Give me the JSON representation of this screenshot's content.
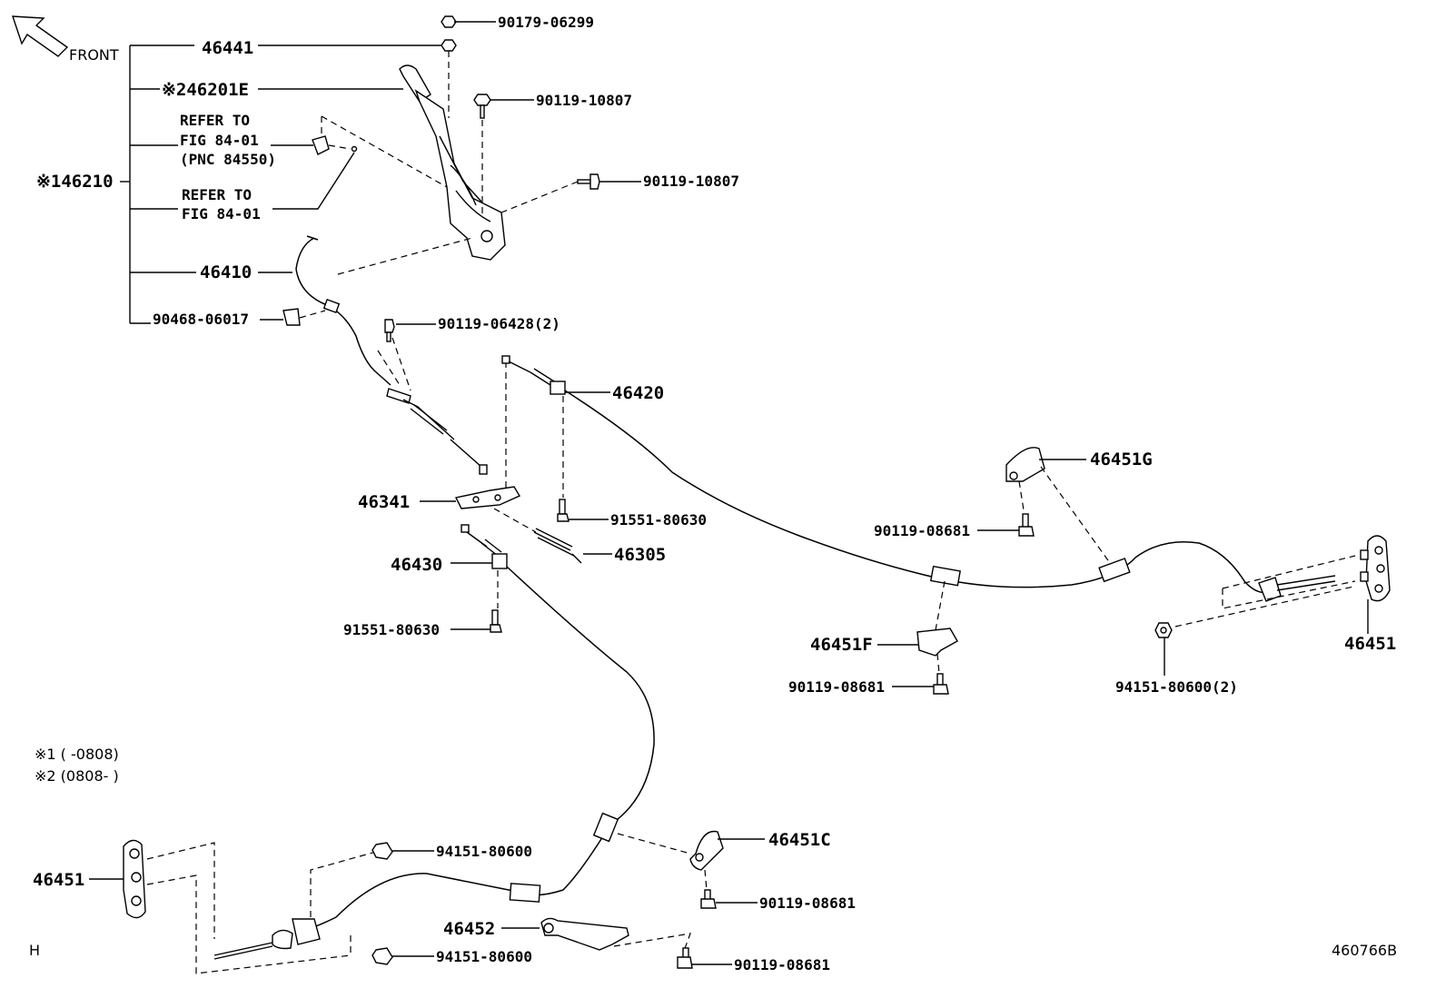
{
  "diagram": {
    "front_label": "FRONT",
    "labels": {
      "p46441": "46441",
      "p46201E": "※246201E",
      "refer1_l1": "REFER TO",
      "refer1_l2": "FIG 84-01",
      "refer1_l3": "(PNC 84550)",
      "refer2_l1": "REFER TO",
      "refer2_l2": "FIG 84-01",
      "p46210": "※146210",
      "p46410": "46410",
      "p90468": "90468-06017",
      "p90179": "90179-06299",
      "p90119_10807_a": "90119-10807",
      "p90119_10807_b": "90119-10807",
      "p90119_06428": "90119-06428(2)",
      "p46420": "46420",
      "p46341": "46341",
      "p91551_a": "91551-80630",
      "p46305": "46305",
      "p46430": "46430",
      "p91551_b": "91551-80630",
      "p46451G": "46451G",
      "p90119_08681_a": "90119-08681",
      "p46451F": "46451F",
      "p90119_08681_b": "90119-08681",
      "p94151_80600_2": "94151-80600(2)",
      "p46451_r": "46451",
      "note1": "※1 (     -0808)",
      "note2": "※2 (0808-     )",
      "p46451_l": "46451",
      "p94151_a": "94151-80600",
      "p94151_b": "94151-80600",
      "p46451C": "46451C",
      "p90119_08681_c": "90119-08681",
      "p46452": "46452",
      "p90119_08681_d": "90119-08681",
      "h_mark": "H",
      "fig_code": "460766B"
    }
  }
}
